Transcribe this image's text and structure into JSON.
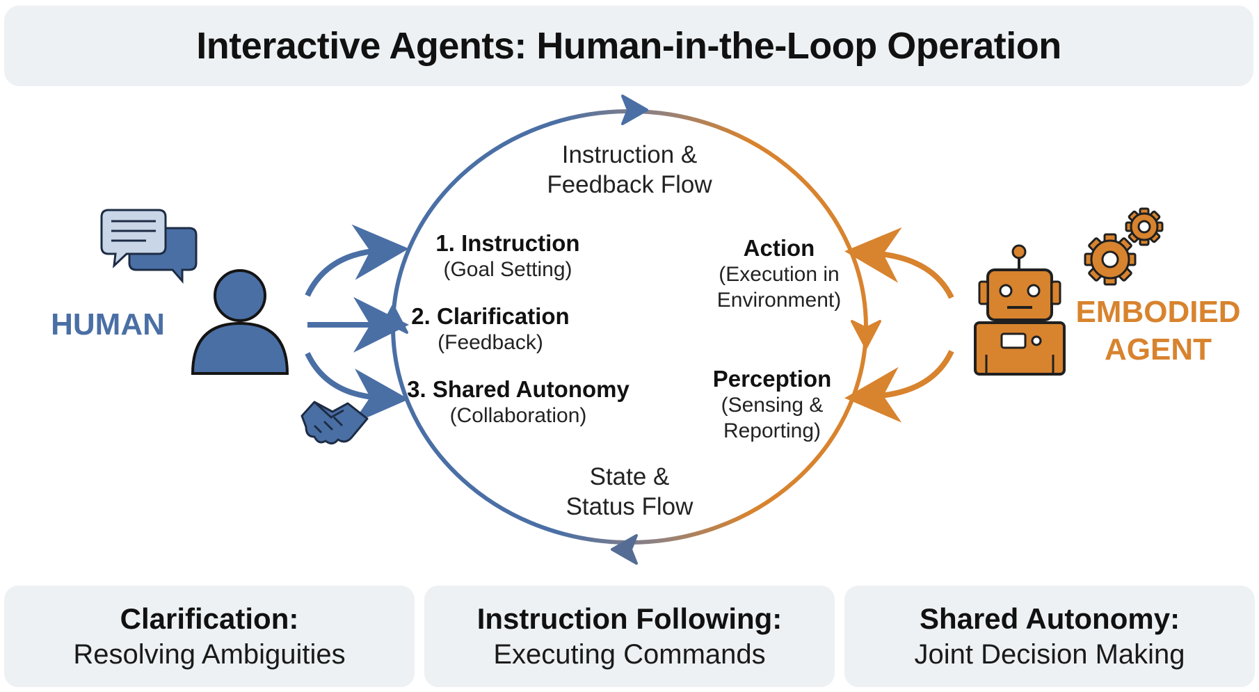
{
  "title": "Interactive Agents: Human-in-the-Loop Operation",
  "colors": {
    "human": "#4a6fa5",
    "agent": "#d8832e",
    "panel": "#edf1f4"
  },
  "human": {
    "label": "HUMAN",
    "icons": [
      "chat-bubbles-icon",
      "person-icon",
      "handshake-icon"
    ]
  },
  "agent": {
    "label_line1": "EMBODIED",
    "label_line2": "AGENT",
    "icons": [
      "robot-icon",
      "gears-icon"
    ]
  },
  "loop": {
    "top_flow": {
      "line1": "Instruction &",
      "line2": "Feedback Flow"
    },
    "bottom_flow": {
      "line1": "State &",
      "line2": "Status Flow"
    }
  },
  "human_steps": [
    {
      "title": "1. Instruction",
      "subtitle": "(Goal Setting)"
    },
    {
      "title": "2. Clarification",
      "subtitle": "(Feedback)"
    },
    {
      "title": "3. Shared Autonomy",
      "subtitle": "(Collaboration)"
    }
  ],
  "agent_steps": [
    {
      "title": "Action",
      "line1": "(Execution in",
      "line2": "Environment)"
    },
    {
      "title": "Perception",
      "line1": "(Sensing &",
      "line2": "Reporting)"
    }
  ],
  "cards": [
    {
      "title": "Clarification:",
      "subtitle": "Resolving Ambiguities"
    },
    {
      "title": "Instruction Following:",
      "subtitle": "Executing Commands"
    },
    {
      "title": "Shared Autonomy:",
      "subtitle": "Joint Decision Making"
    }
  ]
}
